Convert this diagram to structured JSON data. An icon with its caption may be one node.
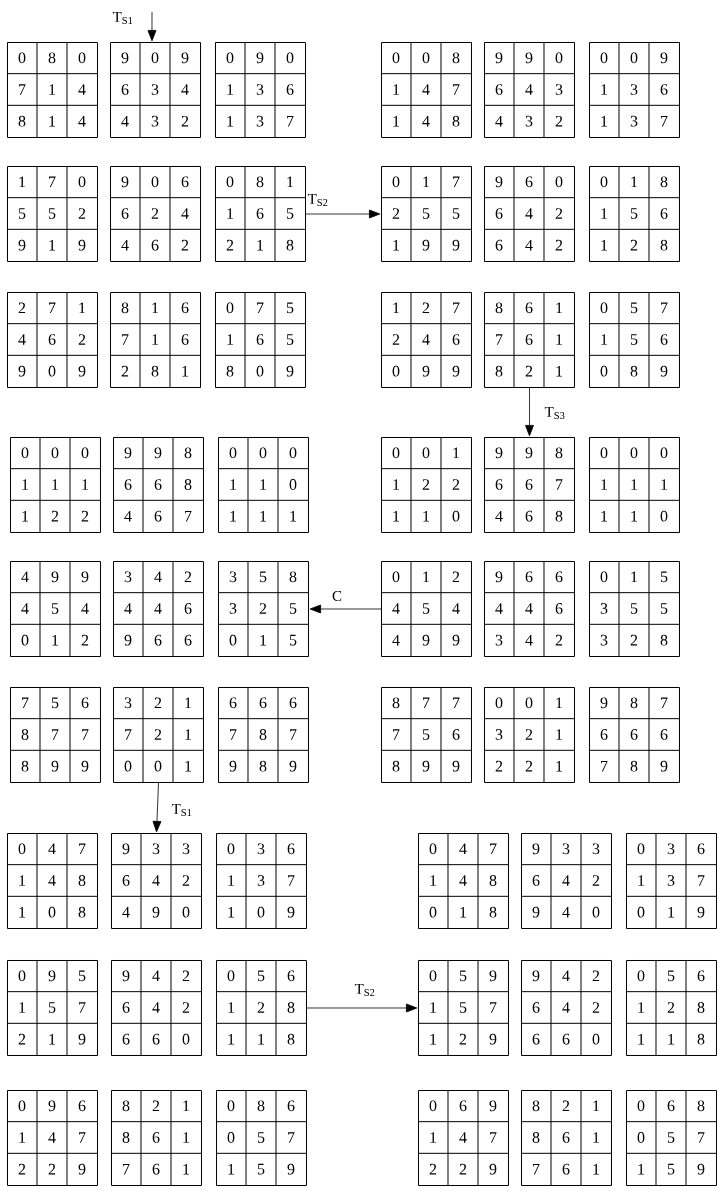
{
  "diagram": {
    "nodes": [
      {
        "text": [
          "0",
          "8",
          "0",
          "7",
          "1",
          "4",
          "8",
          "1",
          "4"
        ]
      },
      {
        "text": [
          "9",
          "0",
          "9",
          "6",
          "3",
          "4",
          "4",
          "3",
          "2"
        ]
      },
      {
        "text": [
          "0",
          "9",
          "0",
          "1",
          "3",
          "6",
          "1",
          "3",
          "7"
        ]
      },
      {
        "text": [
          "0",
          "0",
          "8",
          "1",
          "4",
          "7",
          "1",
          "4",
          "8"
        ]
      },
      {
        "text": [
          "9",
          "9",
          "0",
          "6",
          "4",
          "3",
          "4",
          "3",
          "2"
        ]
      },
      {
        "text": [
          "0",
          "0",
          "9",
          "1",
          "3",
          "6",
          "1",
          "3",
          "7"
        ]
      },
      {
        "text": [
          "1",
          "7",
          "0",
          "5",
          "5",
          "2",
          "9",
          "1",
          "9"
        ]
      },
      {
        "text": [
          "9",
          "0",
          "6",
          "6",
          "2",
          "4",
          "4",
          "6",
          "2"
        ]
      },
      {
        "text": [
          "0",
          "8",
          "1",
          "1",
          "6",
          "5",
          "2",
          "1",
          "8"
        ]
      },
      {
        "text": [
          "0",
          "1",
          "7",
          "2",
          "5",
          "5",
          "1",
          "9",
          "9"
        ]
      },
      {
        "text": [
          "9",
          "6",
          "0",
          "6",
          "4",
          "2",
          "6",
          "4",
          "2"
        ]
      },
      {
        "text": [
          "0",
          "1",
          "8",
          "1",
          "5",
          "6",
          "1",
          "2",
          "8"
        ]
      },
      {
        "text": [
          "2",
          "7",
          "1",
          "4",
          "6",
          "2",
          "9",
          "0",
          "9"
        ]
      },
      {
        "text": [
          "8",
          "1",
          "6",
          "7",
          "1",
          "6",
          "2",
          "8",
          "1"
        ]
      },
      {
        "text": [
          "0",
          "7",
          "5",
          "1",
          "6",
          "5",
          "8",
          "0",
          "9"
        ]
      },
      {
        "text": [
          "1",
          "2",
          "7",
          "2",
          "4",
          "6",
          "0",
          "9",
          "9"
        ]
      },
      {
        "text": [
          "8",
          "6",
          "1",
          "7",
          "6",
          "1",
          "8",
          "2",
          "1"
        ]
      },
      {
        "text": [
          "0",
          "5",
          "7",
          "1",
          "5",
          "6",
          "0",
          "8",
          "9"
        ]
      },
      {
        "text": [
          "0",
          "0",
          "0",
          "1",
          "1",
          "1",
          "1",
          "2",
          "2"
        ]
      },
      {
        "text": [
          "9",
          "9",
          "8",
          "6",
          "6",
          "8",
          "4",
          "6",
          "7"
        ]
      },
      {
        "text": [
          "0",
          "0",
          "0",
          "1",
          "1",
          "0",
          "1",
          "1",
          "1"
        ]
      },
      {
        "text": [
          "0",
          "0",
          "1",
          "1",
          "2",
          "2",
          "1",
          "1",
          "0"
        ]
      },
      {
        "text": [
          "9",
          "9",
          "8",
          "6",
          "6",
          "7",
          "4",
          "6",
          "8"
        ]
      },
      {
        "text": [
          "0",
          "0",
          "0",
          "1",
          "1",
          "1",
          "1",
          "1",
          "0"
        ]
      },
      {
        "text": [
          "4",
          "9",
          "9",
          "4",
          "5",
          "4",
          "0",
          "1",
          "2"
        ]
      },
      {
        "text": [
          "3",
          "4",
          "2",
          "4",
          "4",
          "6",
          "9",
          "6",
          "6"
        ]
      },
      {
        "text": [
          "3",
          "5",
          "8",
          "3",
          "2",
          "5",
          "0",
          "1",
          "5"
        ]
      },
      {
        "text": [
          "0",
          "1",
          "2",
          "4",
          "5",
          "4",
          "4",
          "9",
          "9"
        ]
      },
      {
        "text": [
          "9",
          "6",
          "6",
          "4",
          "4",
          "6",
          "3",
          "4",
          "2"
        ]
      },
      {
        "text": [
          "0",
          "1",
          "5",
          "3",
          "5",
          "5",
          "3",
          "2",
          "8"
        ]
      },
      {
        "text": [
          "7",
          "5",
          "6",
          "8",
          "7",
          "7",
          "8",
          "9",
          "9"
        ]
      },
      {
        "text": [
          "3",
          "2",
          "1",
          "7",
          "2",
          "1",
          "0",
          "0",
          "1"
        ]
      },
      {
        "text": [
          "6",
          "6",
          "6",
          "7",
          "8",
          "7",
          "9",
          "8",
          "9"
        ]
      },
      {
        "text": [
          "8",
          "7",
          "7",
          "7",
          "5",
          "6",
          "8",
          "9",
          "9"
        ]
      },
      {
        "text": [
          "0",
          "0",
          "1",
          "3",
          "2",
          "1",
          "2",
          "2",
          "1"
        ]
      },
      {
        "text": [
          "9",
          "8",
          "7",
          "6",
          "6",
          "6",
          "7",
          "8",
          "9"
        ]
      },
      {
        "text": [
          "0",
          "4",
          "7",
          "1",
          "4",
          "8",
          "1",
          "0",
          "8"
        ]
      },
      {
        "text": [
          "9",
          "3",
          "3",
          "6",
          "4",
          "2",
          "4",
          "9",
          "0"
        ]
      },
      {
        "text": [
          "0",
          "3",
          "6",
          "1",
          "3",
          "7",
          "1",
          "0",
          "9"
        ]
      },
      {
        "text": [
          "0",
          "4",
          "7",
          "1",
          "4",
          "8",
          "0",
          "1",
          "8"
        ]
      },
      {
        "text": [
          "9",
          "3",
          "3",
          "6",
          "4",
          "2",
          "9",
          "4",
          "0"
        ]
      },
      {
        "text": [
          "0",
          "3",
          "6",
          "1",
          "3",
          "7",
          "0",
          "1",
          "9"
        ]
      },
      {
        "text": [
          "0",
          "9",
          "5",
          "1",
          "5",
          "7",
          "2",
          "1",
          "9"
        ]
      },
      {
        "text": [
          "9",
          "4",
          "2",
          "6",
          "4",
          "2",
          "6",
          "6",
          "0"
        ]
      },
      {
        "text": [
          "0",
          "5",
          "6",
          "1",
          "2",
          "8",
          "1",
          "1",
          "8"
        ]
      },
      {
        "text": [
          "0",
          "5",
          "9",
          "1",
          "5",
          "7",
          "1",
          "2",
          "9"
        ]
      },
      {
        "text": [
          "9",
          "4",
          "2",
          "6",
          "4",
          "2",
          "6",
          "6",
          "0"
        ]
      },
      {
        "text": [
          "0",
          "5",
          "6",
          "1",
          "2",
          "8",
          "1",
          "1",
          "8"
        ]
      },
      {
        "text": [
          "0",
          "9",
          "6",
          "1",
          "4",
          "7",
          "2",
          "2",
          "9"
        ]
      },
      {
        "text": [
          "8",
          "2",
          "1",
          "8",
          "6",
          "1",
          "7",
          "6",
          "1"
        ]
      },
      {
        "text": [
          "0",
          "8",
          "6",
          "0",
          "5",
          "7",
          "1",
          "5",
          "9"
        ]
      },
      {
        "text": [
          "0",
          "6",
          "9",
          "1",
          "4",
          "7",
          "2",
          "2",
          "9"
        ]
      },
      {
        "text": [
          "8",
          "2",
          "1",
          "8",
          "6",
          "1",
          "7",
          "6",
          "1"
        ]
      },
      {
        "text": [
          "0",
          "6",
          "8",
          "0",
          "5",
          "7",
          "1",
          "5",
          "9"
        ]
      }
    ],
    "edges": [
      {
        "from": null,
        "to": 1,
        "arrow": "to",
        "label": "T$_{S1}$"
      },
      {
        "from": 8,
        "to": 9,
        "arrow": "to",
        "label": "T$_{S2}$"
      },
      {
        "from": 16,
        "to": 22,
        "arrow": "to",
        "label": "T$_{S3}$"
      },
      {
        "from": 27,
        "to": 26,
        "arrow": "to",
        "label": "C"
      },
      {
        "from": 31,
        "to": 37,
        "arrow": "to",
        "label": "T$_{S1}$"
      },
      {
        "from": 44,
        "to": 45,
        "arrow": "to",
        "label": "T$_{S2}$"
      }
    ]
  }
}
